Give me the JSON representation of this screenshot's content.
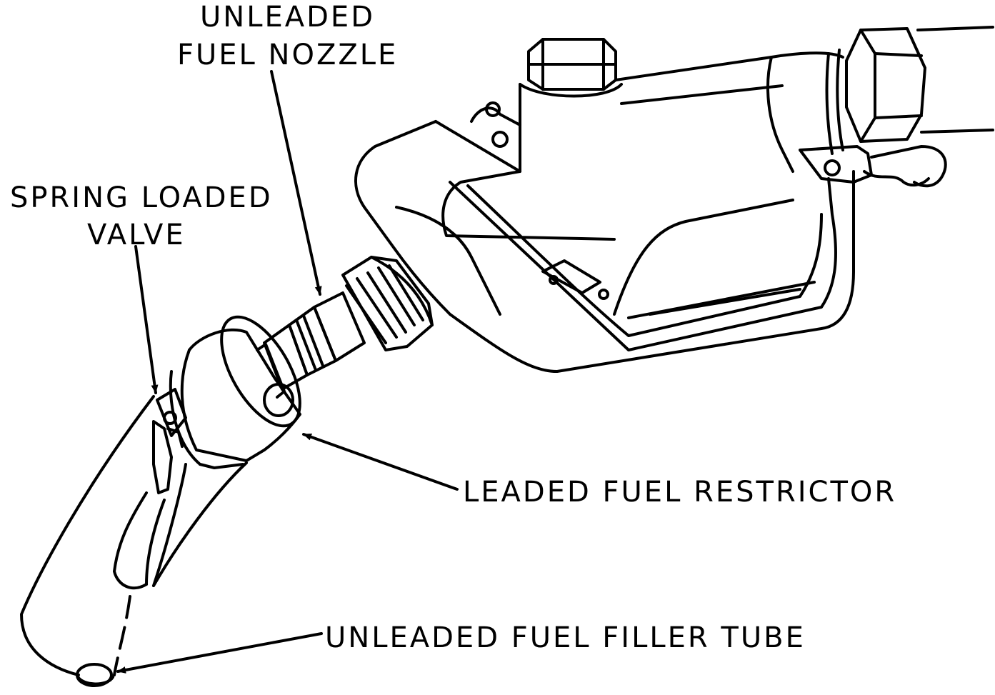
{
  "diagram": {
    "labels": {
      "unleaded_nozzle_line1": "UNLEADED",
      "unleaded_nozzle_line2": "FUEL NOZZLE",
      "spring_valve_line1": "SPRING LOADED",
      "spring_valve_line2": "VALVE",
      "leaded_restrictor": "LEADED FUEL RESTRICTOR",
      "filler_tube": "UNLEADED FUEL FILLER TUBE"
    },
    "colors": {
      "ink": "#000000",
      "paper": "#ffffff"
    }
  }
}
